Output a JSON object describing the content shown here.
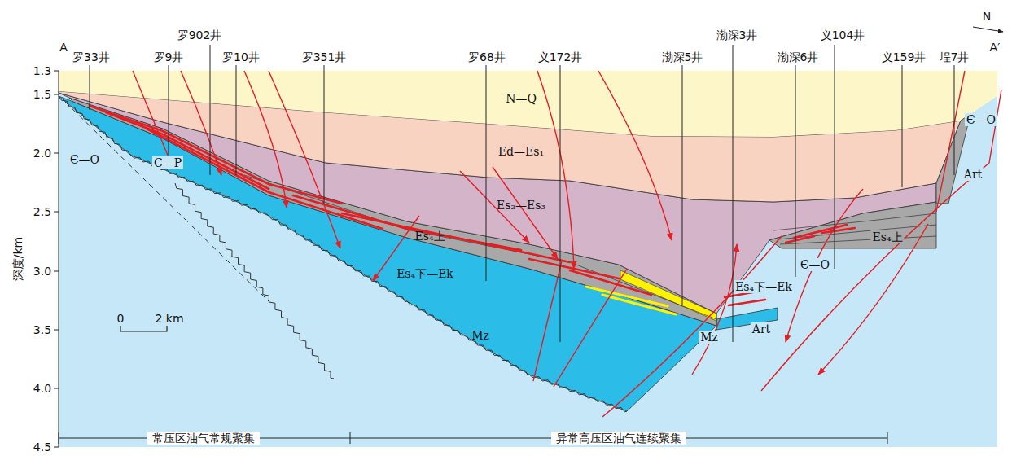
{
  "diagram": {
    "labels": [
      "A",
      "罗33井",
      "罗9井",
      "罗902井",
      "罗10井",
      "罗351井",
      "罗68井",
      "义172井",
      "渤深5井",
      "渤深3井",
      "渤深6井",
      "义104井",
      "义159井",
      "埕7井",
      "A′",
      "N",
      "N—Q",
      "Ed—Es₁",
      "Es₂—Es₃",
      "Є—O",
      "C—P",
      "Es₄上",
      "Es₄下—Ek",
      "Mz",
      "Mz",
      "Es₄下—Ek",
      "Art",
      "Es₄上",
      "Є—O",
      "Art",
      "Є—O",
      "深度/km",
      "1.3",
      "1.5",
      "2.0",
      "2.5",
      "3.0",
      "3.5",
      "4.0",
      "4.5",
      "0",
      "2 km",
      "常压区油气常规聚集",
      "异常高压区油气连续聚集"
    ]
  }
}
